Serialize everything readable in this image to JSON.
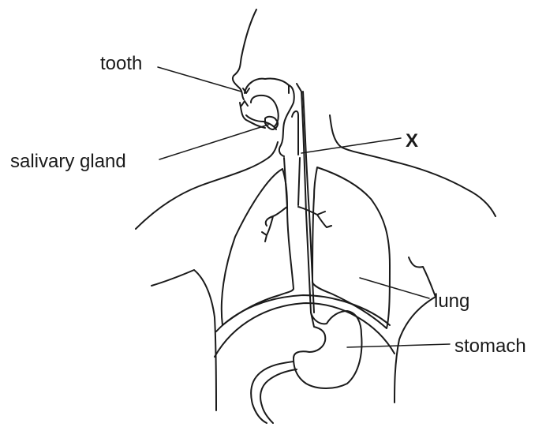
{
  "labels": {
    "tooth": "tooth",
    "salivary_gland": "salivary gland",
    "x": "X",
    "lung": "lung",
    "stomach": "stomach"
  },
  "colors": {
    "stroke": "#1a1a1a",
    "background": "#ffffff"
  }
}
